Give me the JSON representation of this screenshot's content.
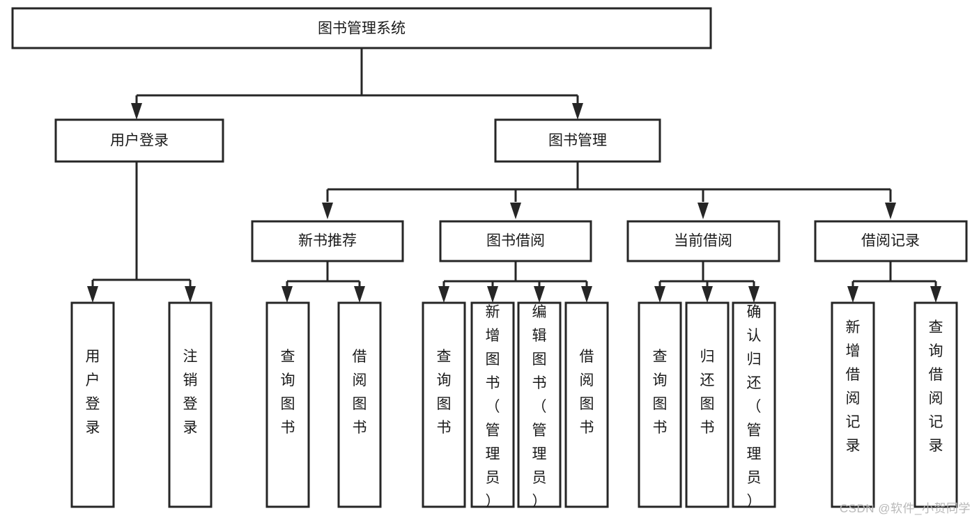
{
  "diagram": {
    "type": "tree-hierarchy",
    "title": "图书管理系统",
    "watermark": "CSDN @软件_小贺同学",
    "background_color": "#ffffff",
    "line_color": "#262626",
    "box_fill": "#ffffff",
    "levels": [
      {
        "level": 1,
        "nodes": [
          {
            "id": "root",
            "label": "图书管理系统",
            "orientation": "horizontal"
          }
        ]
      },
      {
        "level": 2,
        "nodes": [
          {
            "id": "login",
            "label": "用户登录",
            "orientation": "horizontal",
            "parent": "root"
          },
          {
            "id": "bookmgmt",
            "label": "图书管理",
            "orientation": "horizontal",
            "parent": "root"
          }
        ]
      },
      {
        "level": 3,
        "nodes": [
          {
            "id": "newbook",
            "label": "新书推荐",
            "orientation": "horizontal",
            "parent": "bookmgmt"
          },
          {
            "id": "borrow",
            "label": "图书借阅",
            "orientation": "horizontal",
            "parent": "bookmgmt"
          },
          {
            "id": "current",
            "label": "当前借阅",
            "orientation": "horizontal",
            "parent": "bookmgmt"
          },
          {
            "id": "records",
            "label": "借阅记录",
            "orientation": "horizontal",
            "parent": "bookmgmt"
          }
        ]
      },
      {
        "level": 4,
        "nodes": [
          {
            "id": "leaf1",
            "label": "用户登录",
            "orientation": "vertical",
            "parent": "login"
          },
          {
            "id": "leaf2",
            "label": "注销登录",
            "orientation": "vertical",
            "parent": "login"
          },
          {
            "id": "leaf3",
            "label": "查询图书",
            "orientation": "vertical",
            "parent": "newbook"
          },
          {
            "id": "leaf4",
            "label": "借阅图书",
            "orientation": "vertical",
            "parent": "newbook"
          },
          {
            "id": "leaf5",
            "label": "查询图书",
            "orientation": "vertical",
            "parent": "borrow"
          },
          {
            "id": "leaf6",
            "label": "新增图书（管理员）",
            "orientation": "vertical",
            "parent": "borrow"
          },
          {
            "id": "leaf7",
            "label": "编辑图书（管理员）",
            "orientation": "vertical",
            "parent": "borrow"
          },
          {
            "id": "leaf8",
            "label": "借阅图书",
            "orientation": "vertical",
            "parent": "borrow"
          },
          {
            "id": "leaf9",
            "label": "查询图书",
            "orientation": "vertical",
            "parent": "current"
          },
          {
            "id": "leaf10",
            "label": "归还图书",
            "orientation": "vertical",
            "parent": "current"
          },
          {
            "id": "leaf11",
            "label": "确认归还（管理员）",
            "orientation": "vertical",
            "parent": "current"
          },
          {
            "id": "leaf12",
            "label": "新增借阅记录",
            "orientation": "vertical",
            "parent": "records"
          },
          {
            "id": "leaf13",
            "label": "查询借阅记录",
            "orientation": "vertical",
            "parent": "records"
          }
        ]
      }
    ]
  }
}
